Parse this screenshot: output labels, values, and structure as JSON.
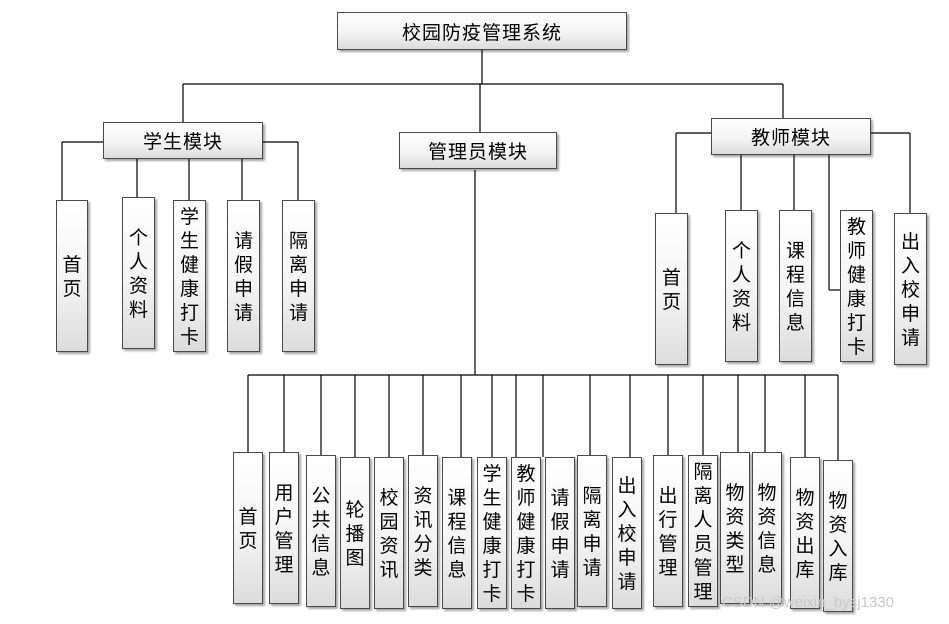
{
  "root": "校园防疫管理系统",
  "student": {
    "title": "学生模块",
    "items": [
      "首页",
      "个人资料",
      "学生健康打卡",
      "请假申请",
      "隔离申请"
    ]
  },
  "admin": {
    "title": "管理员模块",
    "items": [
      "首页",
      "用户管理",
      "公共信息",
      "轮播图",
      "校园资讯",
      "资讯分类",
      "课程信息",
      "学生健康打卡",
      "教师健康打卡",
      "请假申请",
      "隔离申请",
      "出入校申请",
      "出行管理",
      "隔离人员管理",
      "物资类型",
      "物资信息",
      "物资出库",
      "物资入库"
    ]
  },
  "teacher": {
    "title": "教师模块",
    "items": [
      "首页",
      "个人资料",
      "课程信息",
      "教师健康打卡",
      "出入校申请"
    ]
  },
  "watermark": "CSDN @weixin_bysj1330"
}
